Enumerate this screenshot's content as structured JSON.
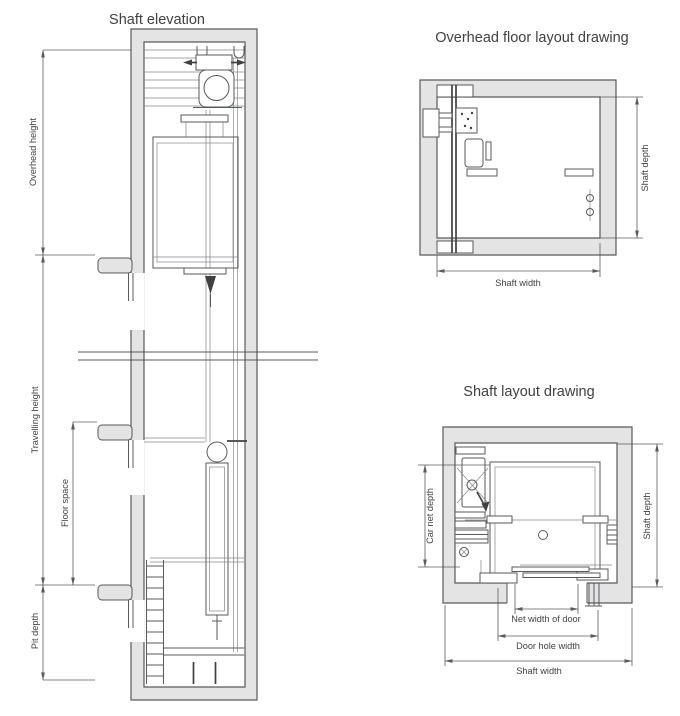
{
  "colors": {
    "wall_fill": "#e4e4e4",
    "line": "#58595b",
    "thin": "#85868a",
    "dark": "#404041",
    "dim": "#5a5b5e",
    "text": "#414042"
  },
  "elevation": {
    "title": "Shaft elevation",
    "dims": {
      "overhead_height": "Overhead height",
      "travelling_height": "Travelling height",
      "floor_space": "Floor space",
      "pit_depth": "Pit depth"
    }
  },
  "overhead_layout": {
    "title": "Overhead floor layout drawing",
    "dims": {
      "shaft_depth": "Shaft depth",
      "shaft_width": "Shaft width"
    }
  },
  "shaft_layout": {
    "title": "Shaft layout drawing",
    "dims": {
      "car_net_depth": "Car net depth",
      "shaft_depth": "Shaft depth",
      "net_door_width": "Net width of door",
      "door_hole_width": "Door hole width",
      "shaft_width": "Shaft width"
    }
  }
}
